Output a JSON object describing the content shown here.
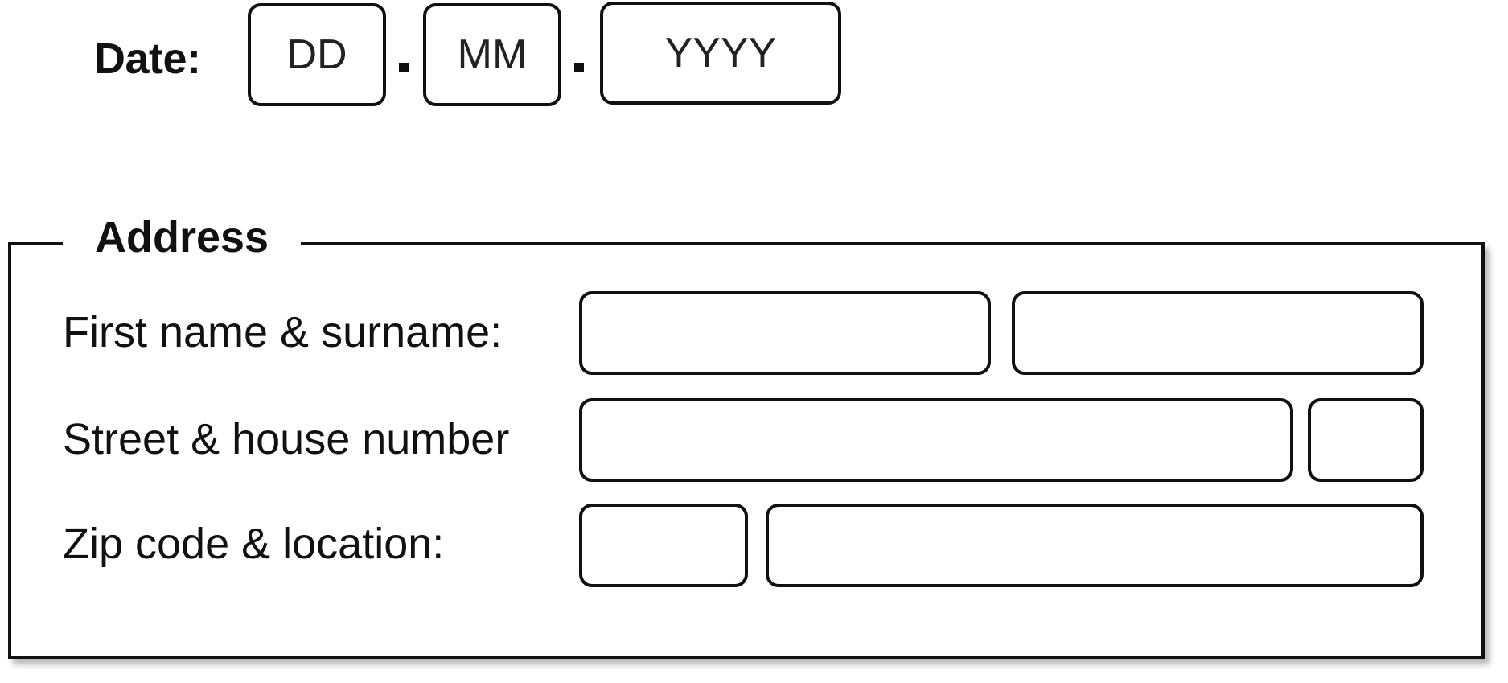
{
  "date": {
    "label": "Date:",
    "day_placeholder": "DD",
    "month_placeholder": "MM",
    "year_placeholder": "YYYY"
  },
  "address": {
    "title": "Address",
    "rows": [
      {
        "label": "First name & surname:"
      },
      {
        "label": "Street & house number"
      },
      {
        "label": "Zip code & location:"
      }
    ]
  }
}
